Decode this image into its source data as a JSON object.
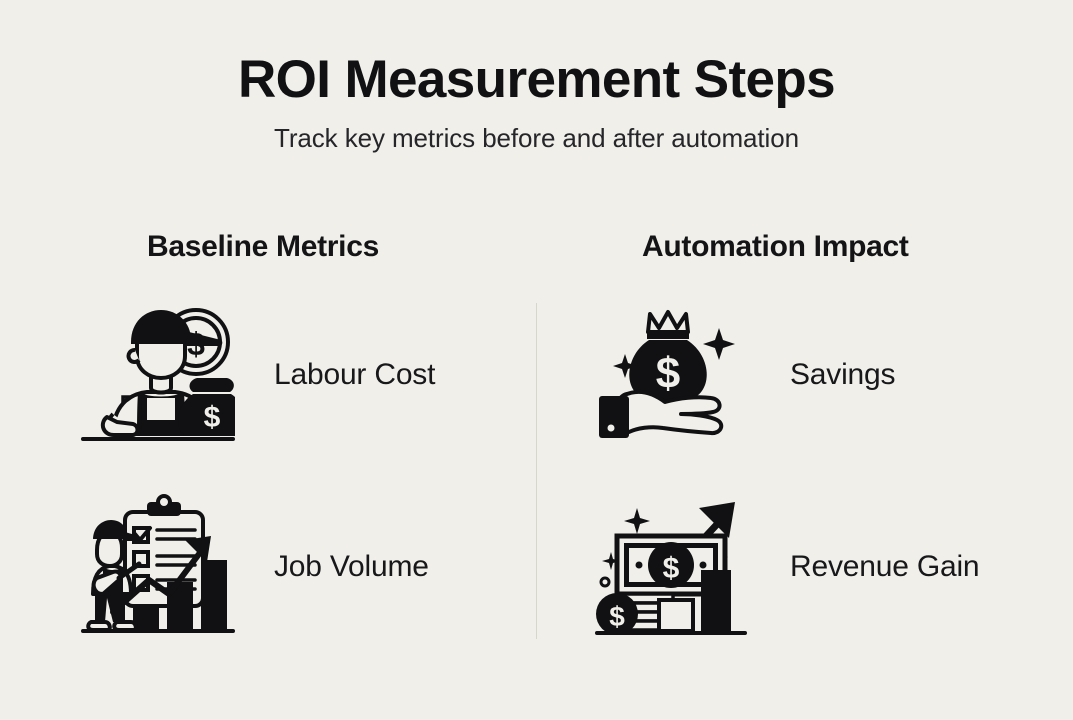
{
  "header": {
    "title": "ROI Measurement Steps",
    "subtitle": "Track key metrics before and after automation"
  },
  "columns": {
    "left": {
      "heading": "Baseline Metrics",
      "items": [
        {
          "label": "Labour Cost",
          "icon": "worker-with-money-icon"
        },
        {
          "label": "Job Volume",
          "icon": "clipboard-checklist-growth-chart-icon"
        }
      ]
    },
    "right": {
      "heading": "Automation Impact",
      "items": [
        {
          "label": "Savings",
          "icon": "hand-holding-money-bag-icon"
        },
        {
          "label": "Revenue Gain",
          "icon": "banknote-coins-growth-chart-icon"
        }
      ]
    }
  },
  "colors": {
    "background": "#f1efea",
    "ink": "#111113",
    "divider": "#d8d5cf"
  }
}
